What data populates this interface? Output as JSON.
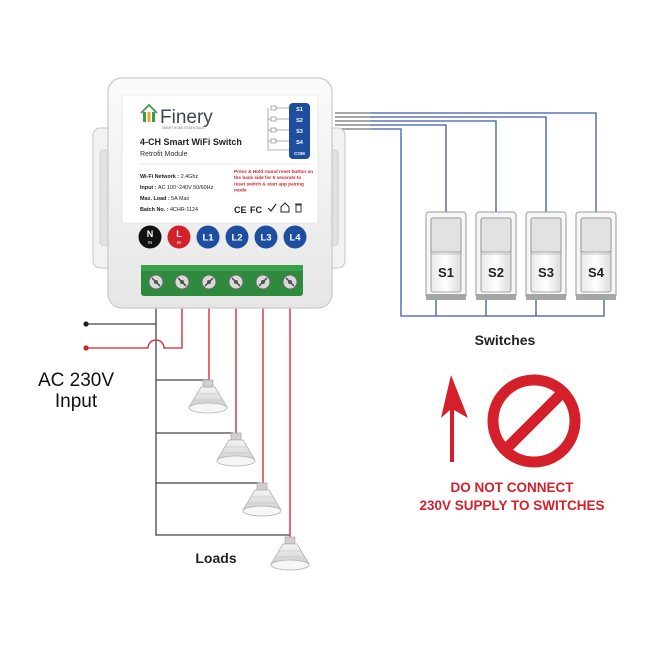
{
  "module": {
    "brand": "Finery",
    "brand_tagline": "SMART HOME ESSENTIALS",
    "title": "4-CH Smart WiFi Switch",
    "subtitle": "Retrofit Module",
    "specs": [
      {
        "label": "Wi-Fi Network :",
        "value": "2.4Ghz"
      },
      {
        "label": "Input :",
        "value": "AC 100~240V 50/60Hz"
      },
      {
        "label": "Max. Load :",
        "value": "5A Max"
      },
      {
        "label": "Batch No. :",
        "value": "4CHR-1124"
      }
    ],
    "reset_note": "Press & Hold round reset button on the back side for 5 seconds to reset switch & start app pairing mode",
    "cert_marks": [
      "CE",
      "FC"
    ],
    "switch_port_labels": [
      "S1",
      "S2",
      "S3",
      "S4",
      "COM"
    ],
    "terminals": [
      {
        "main": "N",
        "sub": "IN",
        "color": "#111111"
      },
      {
        "main": "L",
        "sub": "IN",
        "color": "#d3202a"
      },
      {
        "main": "L1",
        "sub": "",
        "color": "#1e4ea0"
      },
      {
        "main": "L2",
        "sub": "",
        "color": "#1e4ea0"
      },
      {
        "main": "L3",
        "sub": "",
        "color": "#1e4ea0"
      },
      {
        "main": "L4",
        "sub": "",
        "color": "#1e4ea0"
      }
    ]
  },
  "switches": {
    "labels": [
      "S1",
      "S2",
      "S3",
      "S4"
    ],
    "caption": "Switches"
  },
  "input_label": {
    "line1": "AC 230V",
    "line2": "Input"
  },
  "loads_label": "Loads",
  "warning": {
    "line1": "DO NOT CONNECT",
    "line2": "230V SUPPLY TO SWITCHES"
  },
  "colors": {
    "wire_dark": "#444444",
    "wire_red": "#d3202a",
    "wire_blue": "#3a5ca8",
    "terminal_green": "#2e8b3e",
    "warning_red": "#d3202a",
    "badge_blue": "#1e4ea0"
  }
}
